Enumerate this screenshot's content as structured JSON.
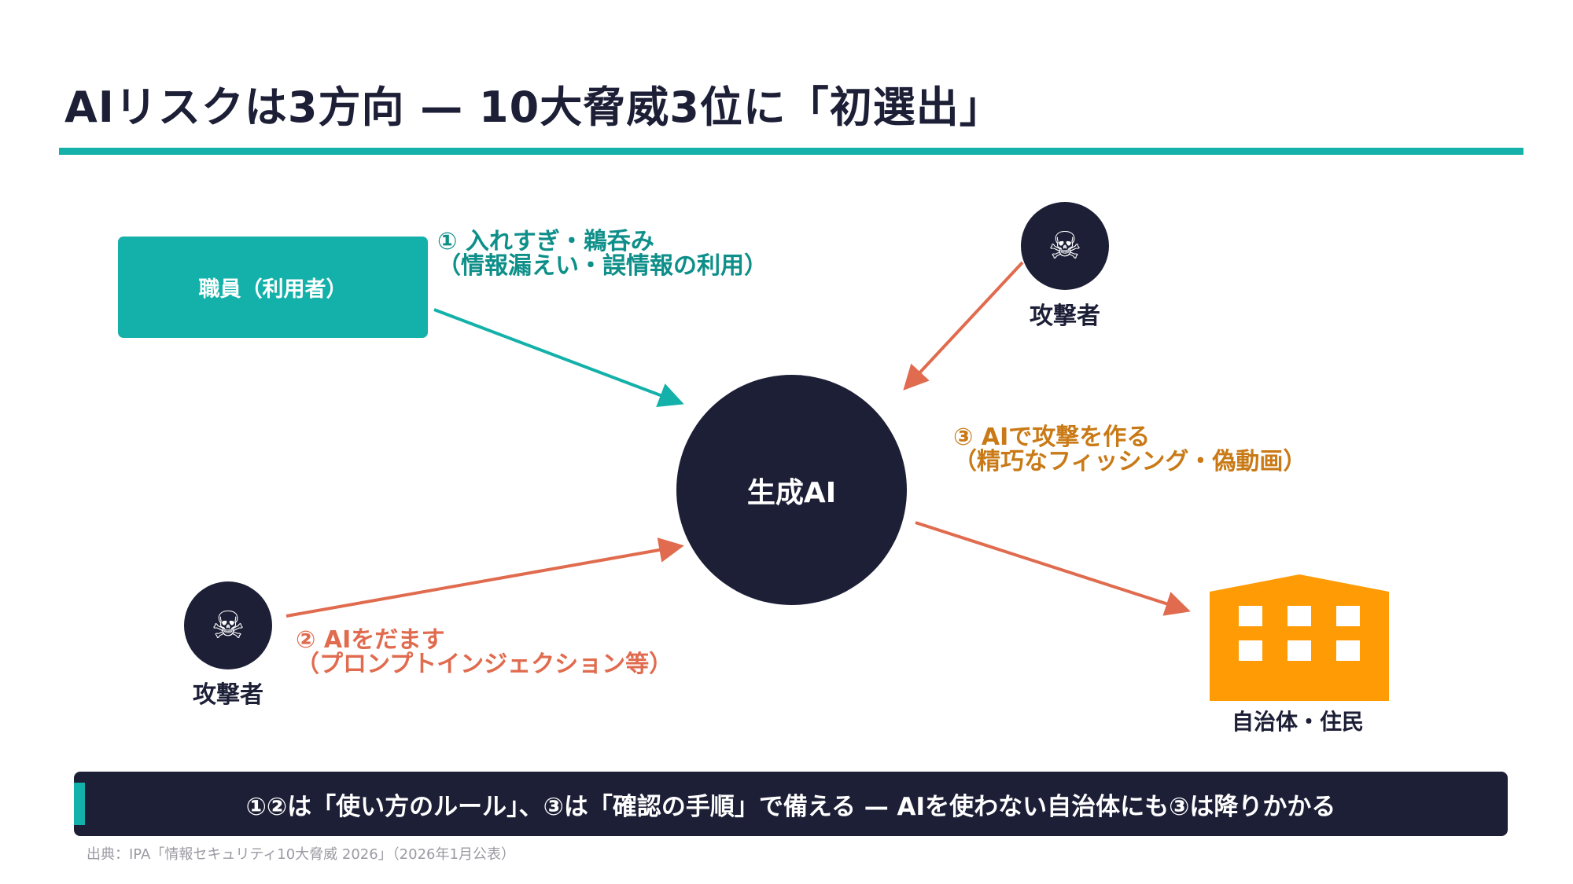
{
  "title": "AIリスクは3方向 — 10大脅威3位に「初選出」",
  "staff_box": {
    "label": "職員（利用者）"
  },
  "center_node": {
    "label": "生成AI"
  },
  "attacker_top": {
    "icon": "skull-crossbones-icon",
    "glyph": "☠",
    "label": "攻撃者"
  },
  "attacker_bottom": {
    "icon": "skull-crossbones-icon",
    "glyph": "☠",
    "label": "攻撃者"
  },
  "municipality": {
    "icon": "building-icon",
    "label": "自治体・住民"
  },
  "risks": [
    {
      "line1": "① 入れすぎ・鵜呑み",
      "line2": "（情報漏えい・誤情報の利用）"
    },
    {
      "line1": "② AIをだます",
      "line2": "（プロンプトインジェクション等）"
    },
    {
      "line1": "③ AIで攻撃を作る",
      "line2": "（精巧なフィッシング・偽動画）"
    }
  ],
  "summary": "①②は「使い方のルール」、③は「確認の手順」で備える — AIを使わない自治体にも③は降りかかる",
  "source": "出典：IPA「情報セキュリティ10大脅威 2026」（2026年1月公表）",
  "colors": {
    "teal": "#14b1aa",
    "navy": "#1c1f36",
    "coral": "#e06b4e",
    "orange": "#ff9b05",
    "amber_text": "#c97a16",
    "teal_text": "#0e8f89"
  }
}
